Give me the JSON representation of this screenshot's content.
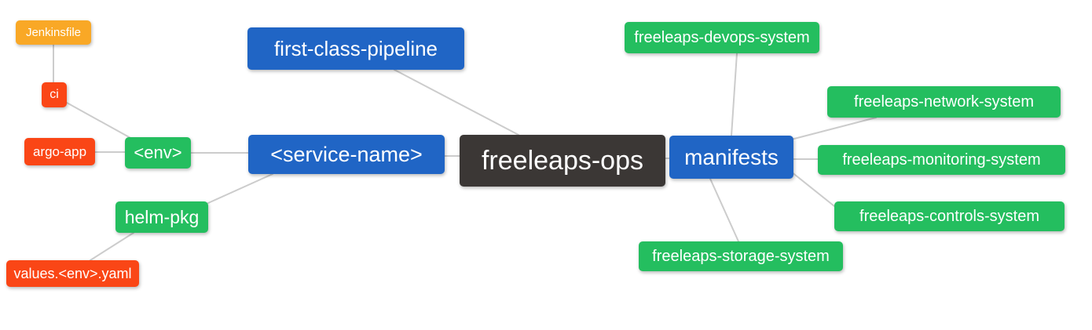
{
  "diagram": {
    "type": "mindmap",
    "root": "freeleaps-ops",
    "edges": [
      [
        "Jenkinsfile",
        "ci"
      ],
      [
        "ci",
        "<env>"
      ],
      [
        "argo-app",
        "<env>"
      ],
      [
        "<env>",
        "<service-name>"
      ],
      [
        "helm-pkg",
        "<service-name>"
      ],
      [
        "values.<env>.yaml",
        "helm-pkg"
      ],
      [
        "first-class-pipeline",
        "freeleaps-ops"
      ],
      [
        "<service-name>",
        "freeleaps-ops"
      ],
      [
        "freeleaps-ops",
        "manifests"
      ],
      [
        "manifests",
        "freeleaps-devops-system"
      ],
      [
        "manifests",
        "freeleaps-network-system"
      ],
      [
        "manifests",
        "freeleaps-monitoring-system"
      ],
      [
        "manifests",
        "freeleaps-controls-system"
      ],
      [
        "manifests",
        "freeleaps-storage-system"
      ]
    ]
  },
  "nodes": {
    "root": {
      "label": "freeleaps-ops"
    },
    "pipeline": {
      "label": "first-class-pipeline"
    },
    "service": {
      "label": "<service-name>"
    },
    "manifests": {
      "label": "manifests"
    },
    "jenkinsfile": {
      "label": "Jenkinsfile"
    },
    "ci": {
      "label": "ci"
    },
    "argo": {
      "label": "argo-app"
    },
    "env": {
      "label": "<env>"
    },
    "helm": {
      "label": "helm-pkg"
    },
    "values": {
      "label": "values.<env>.yaml"
    },
    "devops": {
      "label": "freeleaps-devops-system"
    },
    "network": {
      "label": "freeleaps-network-system"
    },
    "monitoring": {
      "label": "freeleaps-monitoring-system"
    },
    "controls": {
      "label": "freeleaps-controls-system"
    },
    "storage": {
      "label": "freeleaps-storage-system"
    }
  },
  "colors": {
    "root_bg": "#3B3735",
    "branch_blue": "#2065C5",
    "leaf_green": "#24BE5F",
    "leaf_orange": "#F9A826",
    "leaf_red": "#FA4616",
    "edge_line": "#CCCCCC",
    "node_text": "#FFFFFF",
    "background": "#FFFFFF"
  }
}
